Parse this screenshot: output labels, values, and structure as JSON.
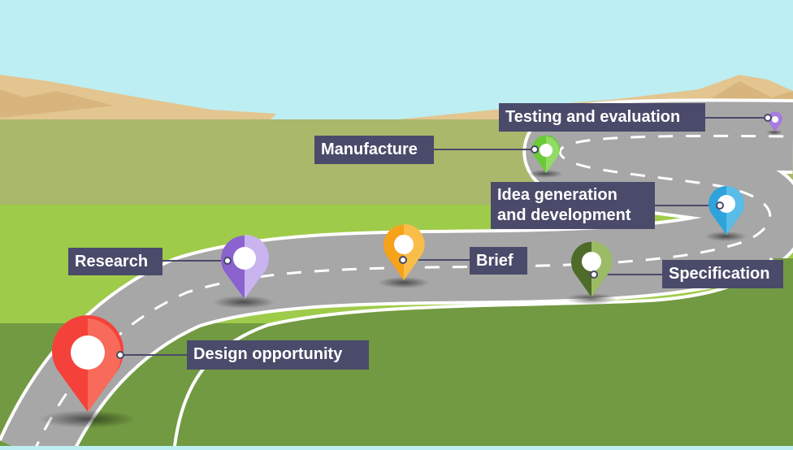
{
  "stages": {
    "design_opportunity": "Design opportunity",
    "research": "Research",
    "brief": "Brief",
    "specification": "Specification",
    "idea_generation_line1": "Idea generation",
    "idea_generation_line2": "and development",
    "manufacture": "Manufacture",
    "testing": "Testing and evaluation"
  },
  "icons": {
    "pin": "map-pin-icon"
  },
  "colors": {
    "sky": "#bdeef2",
    "hills": "#e3c590",
    "far_field": "#a9b86b",
    "mid_field": "#9fcb4a",
    "near_field": "#729a42",
    "road": "#a7a7a7",
    "label_bg": "#4a4a6a",
    "pin_red": "#f4423a",
    "pin_purple": "#8a63cf",
    "pin_orange": "#f6a21b",
    "pin_darkgreen": "#4e6b2a",
    "pin_blue": "#2ea3dc",
    "pin_green": "#6cc93a",
    "pin_lilac": "#a77be0"
  }
}
